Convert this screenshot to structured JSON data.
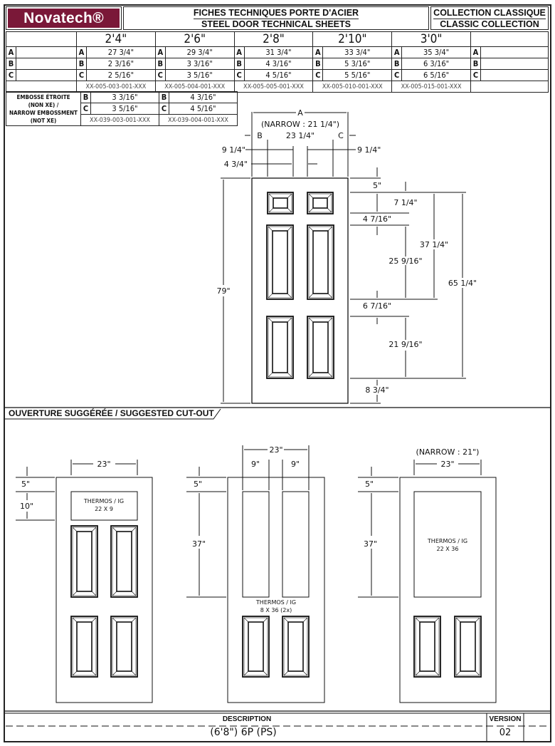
{
  "header": {
    "logo": "Novatech®",
    "title_fr": "FICHES TECHNIQUES PORTE D'ACIER",
    "title_en": "STEEL DOOR TECHNICAL SHEETS",
    "collection_fr": "COLLECTION CLASSIQUE",
    "collection_en": "CLASSIC COLLECTION"
  },
  "spec_table": {
    "row_letters": [
      "A",
      "B",
      "C"
    ],
    "sizes": [
      {
        "size": "2'4\"",
        "A": "27 3/4\"",
        "B": "2 3/16\"",
        "C": "2 5/16\"",
        "part": "XX-005-003-001-XXX"
      },
      {
        "size": "2'6\"",
        "A": "29 3/4\"",
        "B": "3 3/16\"",
        "C": "3 5/16\"",
        "part": "XX-005-004-001-XXX"
      },
      {
        "size": "2'8\"",
        "A": "31 3/4\"",
        "B": "4 3/16\"",
        "C": "4 5/16\"",
        "part": "XX-005-005-001-XXX"
      },
      {
        "size": "2'10\"",
        "A": "33 3/4\"",
        "B": "5 3/16\"",
        "C": "5 5/16\"",
        "part": "XX-005-010-001-XXX"
      },
      {
        "size": "3'0\"",
        "A": "35 3/4\"",
        "B": "6 3/16\"",
        "C": "6 5/16\"",
        "part": "XX-005-015-001-XXX"
      }
    ],
    "narrow": {
      "label": [
        "EMBOSSE ÉTROITE",
        "(NON XE) /",
        "NARROW EMBOSSMENT",
        "(NOT XE)"
      ],
      "cols": [
        {
          "B": "3 3/16\"",
          "C": "3 5/16\"",
          "part": "XX-039-003-001-XXX"
        },
        {
          "B": "4 3/16\"",
          "C": "4 5/16\"",
          "part": "XX-039-004-001-XXX"
        }
      ]
    }
  },
  "main_drawing": {
    "A": "A",
    "narrow": "(NARROW : 21 1/4\")",
    "B": "B",
    "C": "C",
    "center_width": "23 1/4\"",
    "left_stile": "9 1/4\"",
    "right_stile": "9 1/4\"",
    "mullion": "4 3/4\"",
    "height": "79\"",
    "top_rail": "5\"",
    "small_panel": "7 1/4\"",
    "gap1": "4 7/16\"",
    "mid_panel": "25 9/16\"",
    "upper_total": "37 1/4\"",
    "gap2": "6 7/16\"",
    "bottom_panel": "21 9/16\"",
    "panels_total": "65 1/4\"",
    "bottom_rail": "8 3/4\""
  },
  "cutout": {
    "title": "OUVERTURE SUGGÉRÉE / SUGGESTED CUT-OUT",
    "door1": {
      "width": "23\"",
      "top": "5\"",
      "glass_h": "10\"",
      "glass_label": "THERMOS / IG",
      "glass_size": "22 X 9"
    },
    "door2": {
      "width": "23\"",
      "left": "9\"",
      "right": "9\"",
      "top": "5\"",
      "glass_h": "37\"",
      "glass_label": "THERMOS / IG",
      "glass_size": "8 X 36 (2x)"
    },
    "door3": {
      "narrow": "(NARROW : 21\")",
      "width": "23\"",
      "top": "5\"",
      "glass_h": "37\"",
      "glass_label": "THERMOS / IG",
      "glass_size": "22 X 36"
    }
  },
  "footer": {
    "description_label": "DESCRIPTION",
    "description": "(6'8\") 6P (PS)",
    "version_label": "VERSION",
    "version": "02"
  }
}
